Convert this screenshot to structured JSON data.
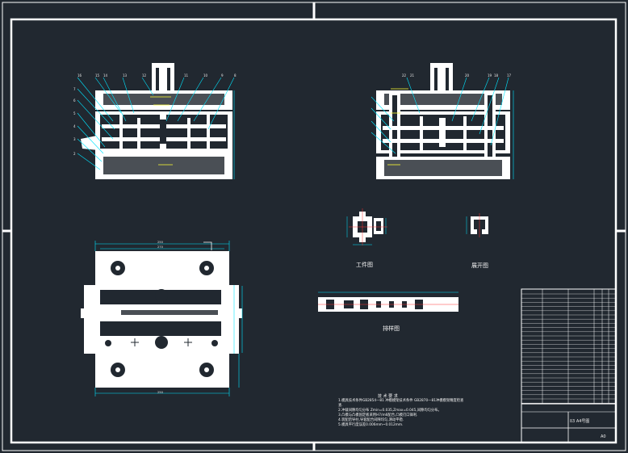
{
  "labels": {
    "workpiece": "工件图",
    "blank": "展开图",
    "strip_layout": "排样图",
    "requirements_heading": "技 术 要 求"
  },
  "requirements": [
    "1.模具技术条件GB2854—81 冲模模架技术条件 GB2870—81冲模模架精度检查",
    "查.",
    "2.冲裁间隙均匀分布  Zmin=0.035,Zmax=0.045,间隙均匀分布。",
    "3.凸模与凸模固定板采用H7/m6配合,凸模刃口锋利.",
    "4.装配后导柱,导套配合间隙均匀,滑动平稳.",
    "5.模具平行度误差0.006mm~0.012mm."
  ],
  "dimensions": {
    "plan_top_outer": "250",
    "plan_top_inner": "270",
    "plan_bottom": "250"
  },
  "title_block": {
    "spec": "δ3  A4号图",
    "sheet": "A0"
  },
  "colors": {
    "background": "#212830",
    "line": "#ffffff",
    "dimension": "#00e5ff",
    "centerline": "#ff3333",
    "highlight": "#ffff33"
  }
}
